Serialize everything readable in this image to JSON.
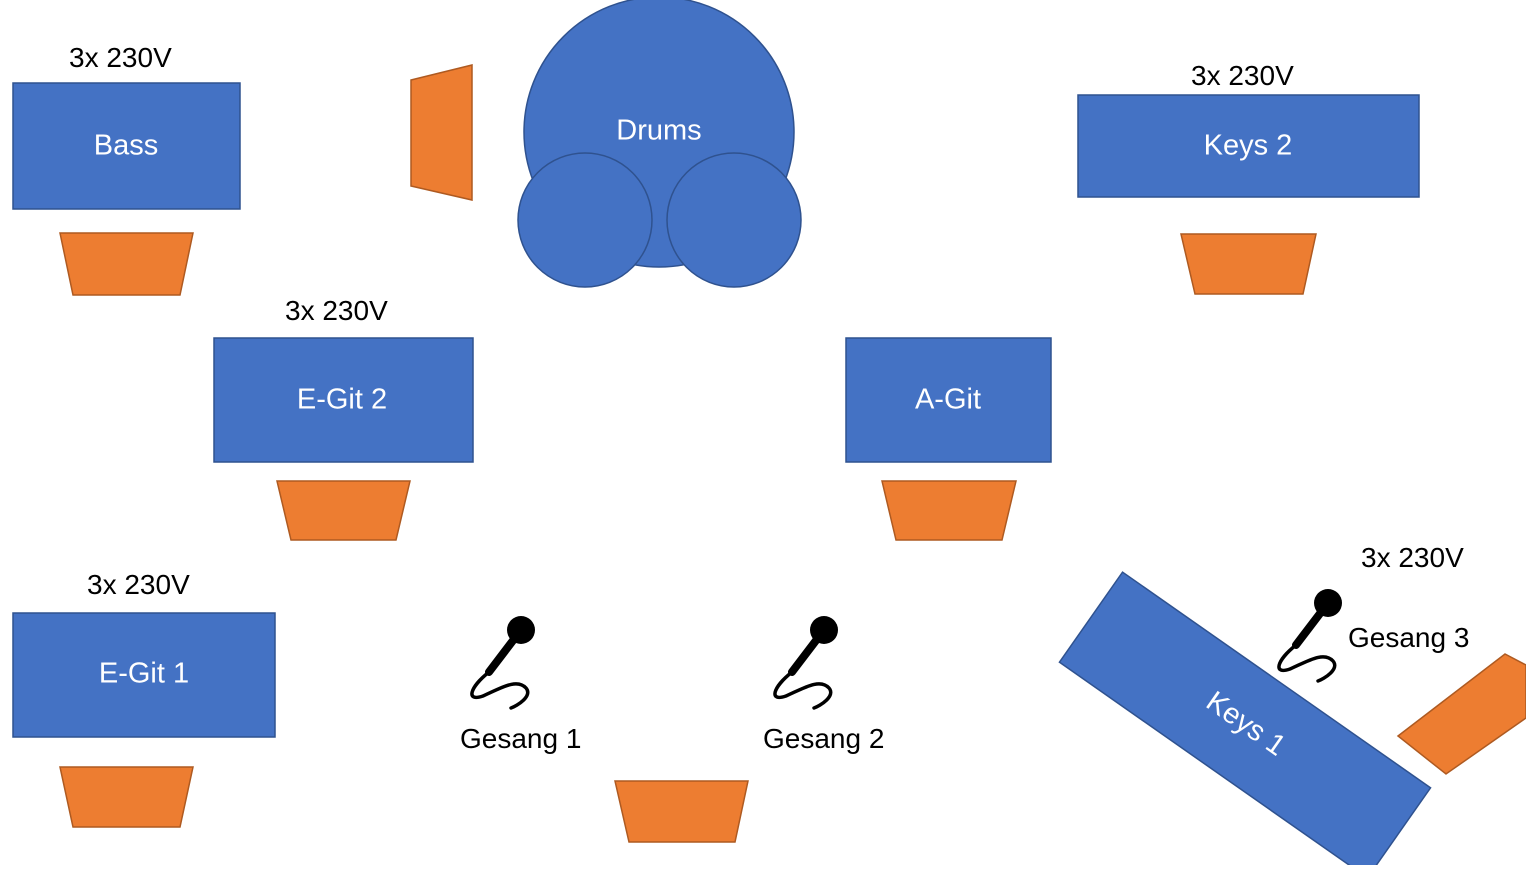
{
  "colors": {
    "instrument": "#4472C4",
    "instrument_border": "#2F528F",
    "monitor": "#ED7D31",
    "monitor_border": "#AE5A21",
    "text": "#000000",
    "box_text": "#FFFFFF"
  },
  "instruments": {
    "bass": "Bass",
    "drums": "Drums",
    "keys2": "Keys 2",
    "egit2": "E-Git 2",
    "agit": "A-Git",
    "egit1": "E-Git 1",
    "keys1": "Keys 1"
  },
  "power": {
    "bass": "3x 230V",
    "keys2": "3x 230V",
    "egit2": "3x 230V",
    "egit1": "3x 230V",
    "keys1": "3x 230V"
  },
  "vocals": {
    "gesang1": "Gesang 1",
    "gesang2": "Gesang 2",
    "gesang3": "Gesang 3"
  },
  "icons": {
    "monitor": "wedge-monitor-icon",
    "microphone": "microphone-icon"
  }
}
